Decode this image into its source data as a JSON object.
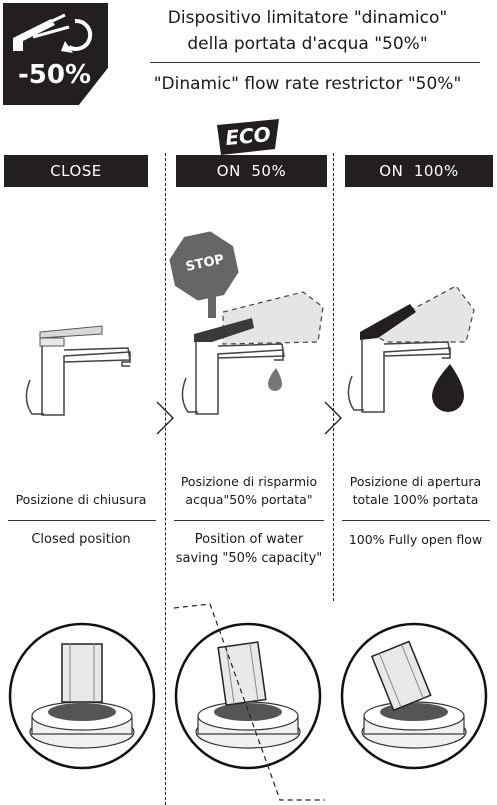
{
  "header": {
    "badge_text": "-50%",
    "title_it_line1": "Dispositivo limitatore \"dinamico\"",
    "title_it_line2": "della portata d'acqua \"50%\"",
    "title_en": "\"Dinamic\" flow rate restrictor \"50%\""
  },
  "eco_label": "ECO",
  "stop_label": "STOP",
  "columns": [
    {
      "label": "CLOSE",
      "caption_it": "Posizione di chiusura",
      "caption_en": "Closed position"
    },
    {
      "label": "ON  50%",
      "caption_it_1": "Posizione di risparmio",
      "caption_it_2": "acqua\"50% portata\"",
      "caption_en_1": "Position of water",
      "caption_en_2": "saving \"50% capacity\""
    },
    {
      "label": "ON  100%",
      "caption_it_1": "Posizione di apertura",
      "caption_it_2": "totale 100% portata",
      "caption_en": "100% Fully open flow"
    }
  ],
  "colors": {
    "dark": "#231f20",
    "chrome": "#d8d8d8",
    "lever_dark": "#3a3a3a"
  }
}
